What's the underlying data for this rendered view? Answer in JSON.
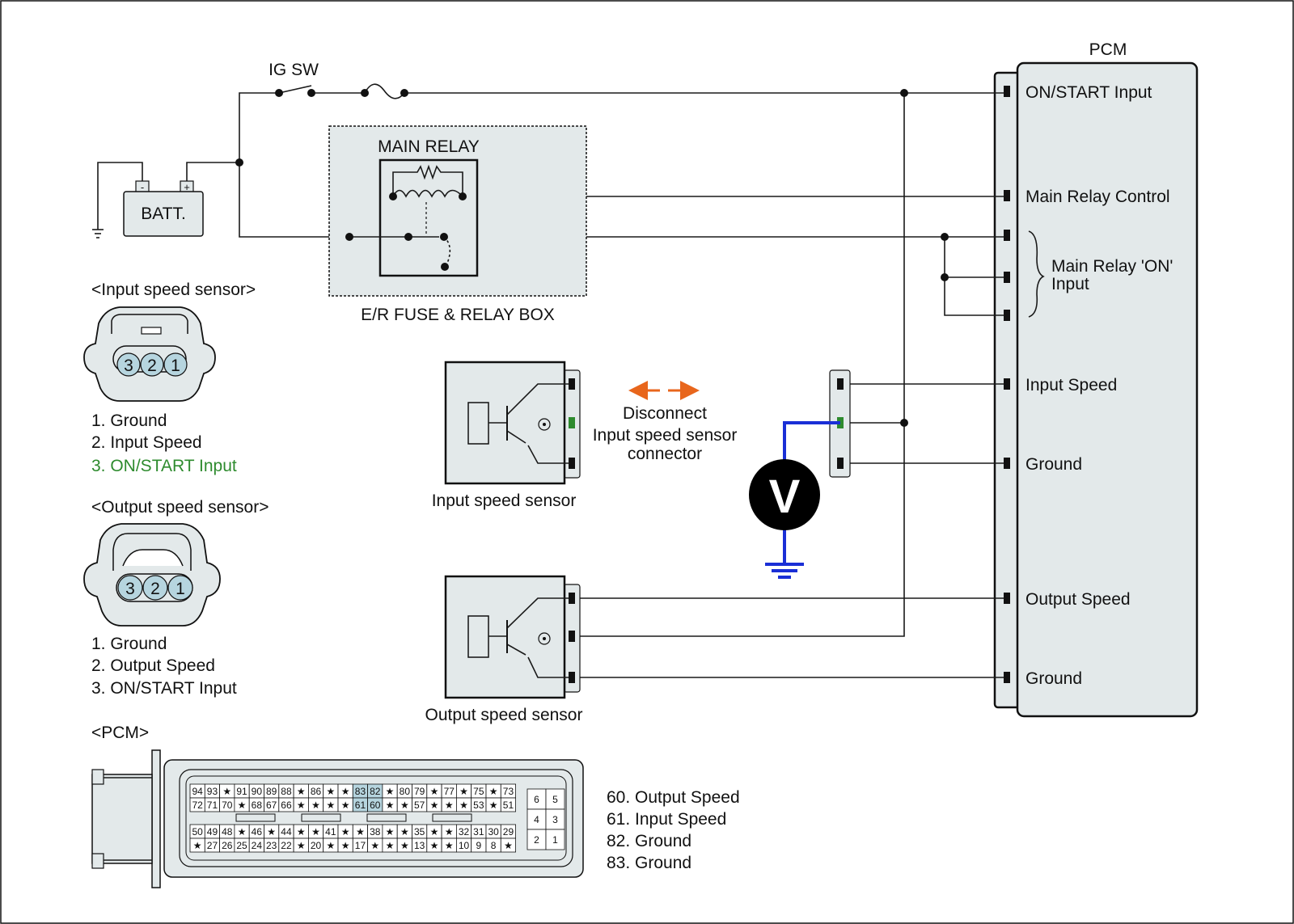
{
  "labels": {
    "ig_sw": "IG SW",
    "pcm": "PCM",
    "batt": "BATT.",
    "batt_minus": "-",
    "batt_plus": "+",
    "main_relay": "MAIN RELAY",
    "fuse_box": "E/R FUSE & RELAY BOX",
    "disconnect": [
      "Disconnect",
      "Input speed sensor",
      "connector"
    ],
    "voltmeter": "V",
    "input_sensor_name": "Input speed sensor",
    "output_sensor_name": "Output speed sensor"
  },
  "pcm_terminals": {
    "on_start": "ON/START Input",
    "main_relay_control": "Main Relay Control",
    "main_relay_on": [
      "Main Relay 'ON'",
      "Input"
    ],
    "input_speed": "Input Speed",
    "ground_1": "Ground",
    "output_speed": "Output Speed",
    "ground_2": "Ground"
  },
  "input_connector": {
    "title": "<Input speed sensor>",
    "pins": [
      "3",
      "2",
      "1"
    ],
    "items": [
      "1. Ground",
      "2. Input Speed",
      "3. ON/START Input"
    ],
    "highlight_color": "#2e8b2e"
  },
  "output_connector": {
    "title": "<Output speed sensor>",
    "pins": [
      "3",
      "2",
      "1"
    ],
    "items": [
      "1. Ground",
      "2. Output Speed",
      "3. ON/START Input"
    ]
  },
  "pcm_connector": {
    "title": "<PCM>",
    "row1": [
      "94",
      "93",
      "★",
      "91",
      "90",
      "89",
      "88",
      "★",
      "86",
      "★",
      "★",
      "83",
      "82",
      "★",
      "80",
      "79",
      "★",
      "77",
      "★",
      "75",
      "★",
      "73"
    ],
    "row2": [
      "72",
      "71",
      "70",
      "★",
      "68",
      "67",
      "66",
      "★",
      "★",
      "★",
      "★",
      "61",
      "60",
      "★",
      "★",
      "57",
      "★",
      "★",
      "★",
      "53",
      "★",
      "51"
    ],
    "row3": [
      "50",
      "49",
      "48",
      "★",
      "46",
      "★",
      "44",
      "★",
      "★",
      "41",
      "★",
      "★",
      "38",
      "★",
      "★",
      "35",
      "★",
      "★",
      "32",
      "31",
      "30",
      "29"
    ],
    "row4": [
      "★",
      "27",
      "26",
      "25",
      "24",
      "23",
      "22",
      "★",
      "20",
      "★",
      "★",
      "17",
      "★",
      "★",
      "★",
      "13",
      "★",
      "★",
      "10",
      "9",
      "8",
      "★"
    ],
    "small_grid": [
      [
        "6",
        "5"
      ],
      [
        "4",
        "3"
      ],
      [
        "2",
        "1"
      ]
    ],
    "legend": [
      "60. Output Speed",
      "61. Input Speed",
      "82. Ground",
      "83. Ground"
    ],
    "highlight_pins": [
      "83",
      "82",
      "61",
      "60"
    ]
  },
  "colors": {
    "fill": "#e3e9ea",
    "pin_fill": "#b6d5df",
    "meter_wire": "#1a2fd6",
    "arrow": "#e8661c",
    "green_pin": "#2e8b2e"
  }
}
